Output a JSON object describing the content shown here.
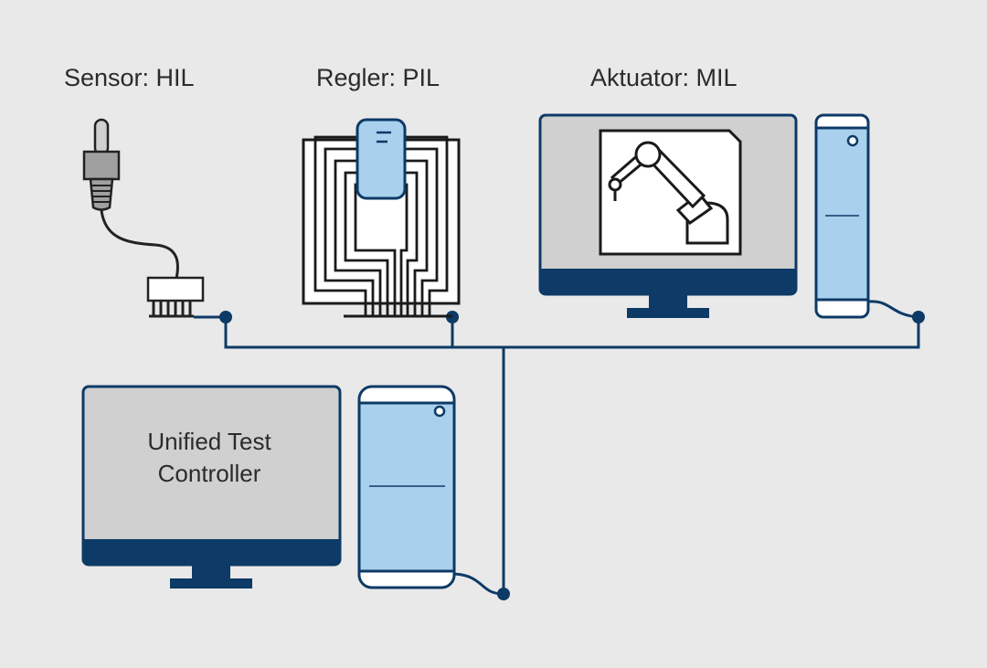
{
  "labels": {
    "sensor": "Sensor: HIL",
    "regler": "Regler: PIL",
    "aktuator": "Aktuator: MIL"
  },
  "controller": {
    "line1": "Unified Test",
    "line2": "Controller"
  },
  "colors": {
    "background": "#e9e9e9",
    "dark_blue": "#0d3a66",
    "light_blue": "#a9d1ee",
    "screen_gray": "#d0d0d0",
    "sensor_gray": "#a0a0a0"
  },
  "icons": {
    "sensor": "temperature-sensor-icon",
    "controller_chip": "microcontroller-chip-icon",
    "actuator": "robot-arm-icon",
    "computer": "desktop-computer-icon"
  }
}
